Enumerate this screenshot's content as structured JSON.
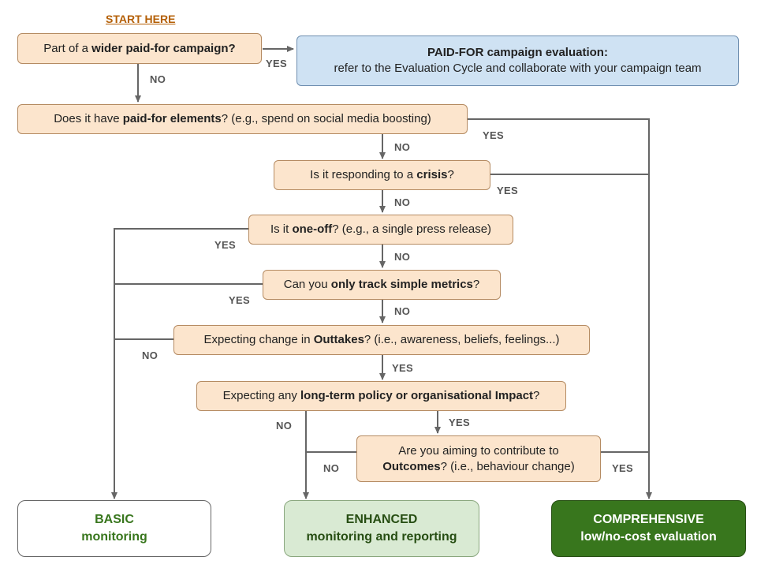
{
  "start_label": "START HERE",
  "questions": {
    "q1": {
      "pre": "Part of a ",
      "bold": "wider paid-for campaign?",
      "post": ""
    },
    "q2": {
      "pre": "Does it have ",
      "bold": "paid-for elements",
      "post": "? (e.g., spend on social media boosting)"
    },
    "q3": {
      "pre": "Is it responding to a ",
      "bold": "crisis",
      "post": "?"
    },
    "q4": {
      "pre": "Is it ",
      "bold": "one-off",
      "post": "? (e.g., a single press release)"
    },
    "q5": {
      "pre": "Can you ",
      "bold": "only track simple metrics",
      "post": "?"
    },
    "q6": {
      "pre": "Expecting change in ",
      "bold": "Outtakes",
      "post": "? (i.e., awareness, beliefs, feelings...)"
    },
    "q7": {
      "pre": "Expecting any ",
      "bold": "long-term policy or organisational Impact",
      "post": "?"
    },
    "q8": {
      "line1": "Are you aiming to contribute to",
      "bold": "Outcomes",
      "post": "? (i.e., behaviour change)"
    }
  },
  "paid_for_box": {
    "title": "PAID-FOR campaign evaluation:",
    "text": "refer to the Evaluation Cycle and collaborate with your campaign team"
  },
  "labels": {
    "yes": "YES",
    "no": "NO"
  },
  "outcomes": {
    "basic": {
      "line1": "BASIC",
      "line2": "monitoring"
    },
    "enhanced": {
      "line1": "ENHANCED",
      "line2": "monitoring and reporting"
    },
    "comprehensive": {
      "line1": "COMPREHENSIVE",
      "line2": "low/no-cost evaluation"
    }
  },
  "colors": {
    "question_fill": "#fce5cd",
    "paid_for_fill": "#cfe2f3",
    "basic_text": "#38761d",
    "enhanced_fill": "#d9ead3",
    "comprehensive_fill": "#38761d",
    "start_label": "#b45f06",
    "connector": "#666666"
  }
}
